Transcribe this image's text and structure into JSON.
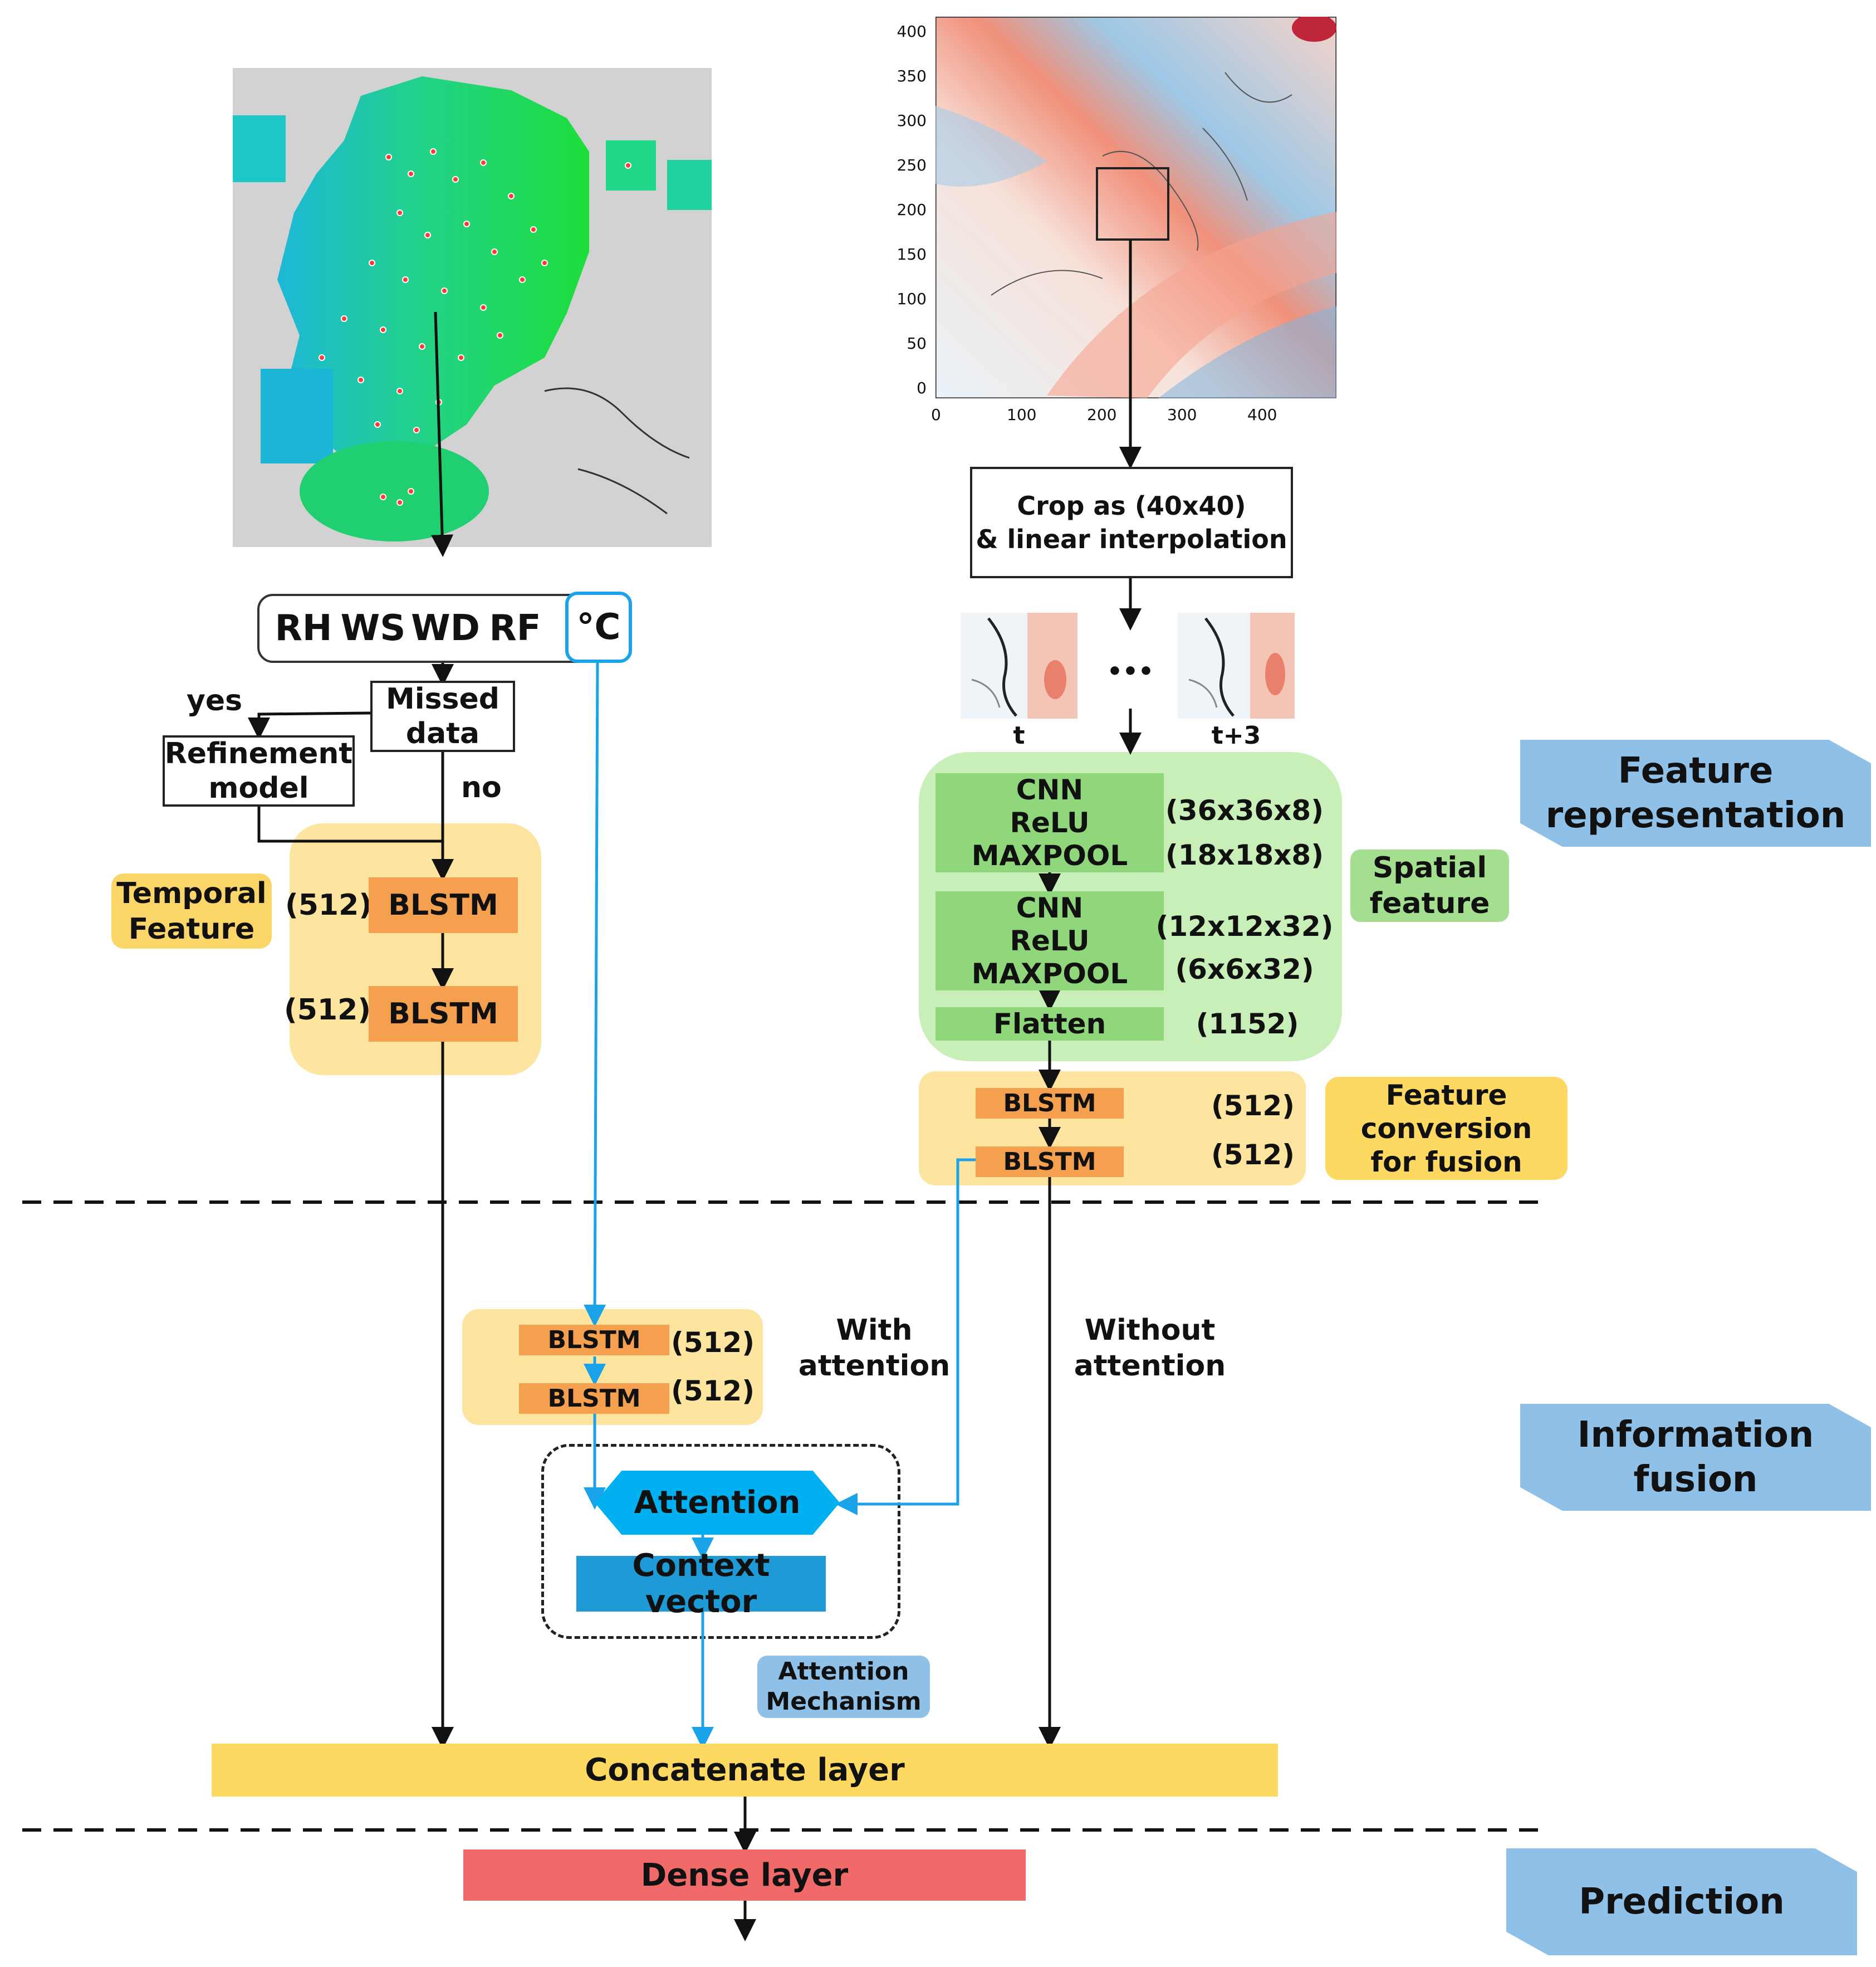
{
  "colors": {
    "black_arrow": "#111111",
    "blue_arrow": "#1aa3e8",
    "orange": "#f5a04e",
    "yellow_region": "#fde5a0",
    "green_region": "#c9efb9",
    "green_row": "#8fd77a",
    "attention": "#00b0f0",
    "context": "#1e9ad6",
    "concat": "#fdd961",
    "dense": "#f06a6a",
    "section_tag": "#8fc0e8"
  },
  "images": {
    "station_map": "korea-station-map",
    "temperature_field": "east-asia-temperature-field",
    "crop_t": "cropped-map-t",
    "crop_t3": "cropped-map-t+3"
  },
  "field_axis": {
    "y_ticks": [
      "400",
      "350",
      "300",
      "250",
      "200",
      "150",
      "100",
      "50",
      "0"
    ],
    "x_ticks": [
      "0",
      "100",
      "200",
      "300",
      "400"
    ]
  },
  "left": {
    "inputs": [
      "RH",
      "WS",
      "WD",
      "RF"
    ],
    "temp_unit": "°C",
    "missed": "Missed\ndata",
    "yes": "yes",
    "no": "no",
    "refinement": "Refinement\nmodel",
    "temporal_label": "Temporal\nFeature",
    "blstm1": "BLSTM",
    "blstm1_dim": "(512)",
    "blstm2": "BLSTM",
    "blstm2_dim": "(512)"
  },
  "right": {
    "crop": "Crop as (40x40)\n& linear interpolation",
    "dots": "•••",
    "t_label": "t",
    "t3_label": "t+3",
    "cnn1": "CNN",
    "relu1": "ReLU",
    "maxpool1": "MAXPOOL",
    "dim_cnn1": "(36x36x8)",
    "dim_pool1": "(18x18x8)",
    "cnn2": "CNN",
    "relu2": "ReLU",
    "maxpool2": "MAXPOOL",
    "dim_cnn2": "(12x12x32)",
    "dim_pool2": "(6x6x32)",
    "flatten": "Flatten",
    "dim_flatten": "(1152)",
    "spatial_label": "Spatial\nfeature",
    "blstm1": "BLSTM",
    "blstm1_dim": "(512)",
    "blstm2": "BLSTM",
    "blstm2_dim": "(512)",
    "conversion_label": "Feature\nconversion\nfor fusion"
  },
  "fusion": {
    "blstm1": "BLSTM",
    "blstm1_dim": "(512)",
    "blstm2": "BLSTM",
    "blstm2_dim": "(512)",
    "with_attention": "With\nattention",
    "without_attention": "Without\nattention",
    "attention": "Attention",
    "context": "Context vector",
    "mechanism": "Attention\nMechanism"
  },
  "concat": "Concatenate layer",
  "dense": "Dense layer",
  "sections": {
    "feature": "Feature\nrepresentation",
    "fusion": "Information\nfusion",
    "prediction": "Prediction"
  }
}
